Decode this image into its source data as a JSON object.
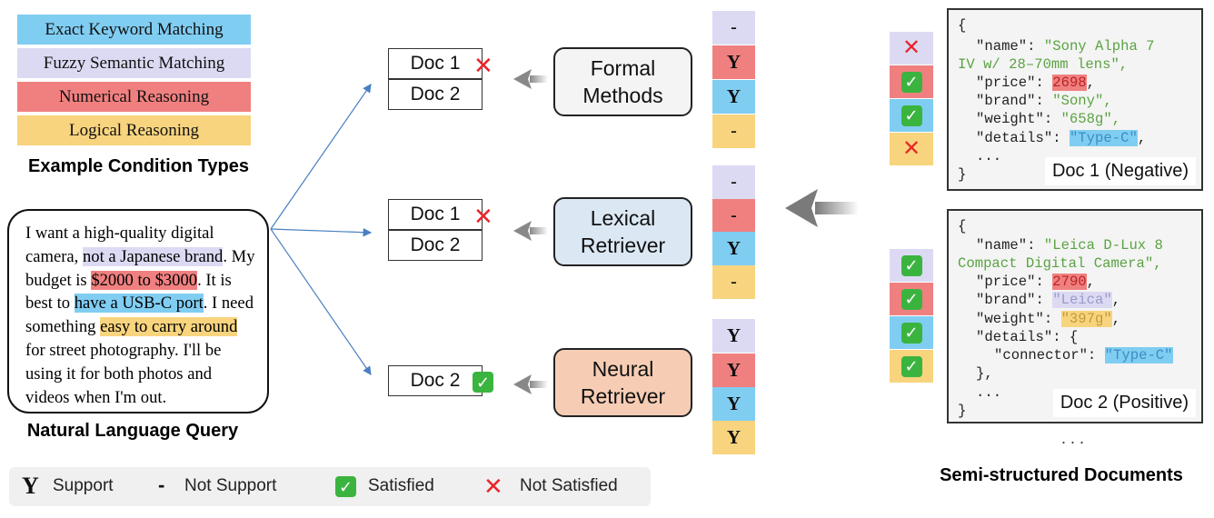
{
  "condition_types": {
    "title": "Example Condition Types",
    "items": [
      "Exact Keyword Matching",
      "Fuzzy Semantic Matching",
      "Numerical Reasoning",
      "Logical Reasoning"
    ]
  },
  "query": {
    "title": "Natural Language Query",
    "t1": "I want a high-quality digital camera,",
    "h1": "not a Japanese brand",
    "t2": ". My budget is",
    "h2": "$2000 to $3000",
    "t3": ". It is best to",
    "h3": "have a USB-C port",
    "t4": ". I need something",
    "h4": "easy to carry around",
    "t5": "for street photography. I'll be using it for both photos and videos when I'm out."
  },
  "methods": {
    "formal": "Formal Methods",
    "lexical": "Lexical Retriever",
    "neural": "Neural Retriever"
  },
  "results": {
    "formal": {
      "doc1": "Doc 1",
      "doc2": "Doc 2",
      "marks": [
        "-",
        "Y",
        "Y",
        "-"
      ]
    },
    "lexical": {
      "doc1": "Doc 1",
      "doc2": "Doc 2",
      "marks": [
        "-",
        "-",
        "Y",
        "-"
      ]
    },
    "neural": {
      "doc2": "Doc 2",
      "marks": [
        "Y",
        "Y",
        "Y",
        "Y"
      ]
    }
  },
  "documents": {
    "title": "Semi-structured Documents",
    "ellipsis": ". . .",
    "doc1": {
      "label": "Doc 1 (Negative)",
      "lines": [
        "{",
        "\"name\": ",
        "\"Sony Alpha 7",
        "IV w/ 28–70mm lens\",",
        "\"price\": ",
        "2698",
        "\"brand\": ",
        "\"Sony\",",
        "\"weight\": ",
        "\"658g\",",
        "\"details\": ",
        "\"Type-C\"",
        "...",
        "}"
      ]
    },
    "doc2": {
      "label": "Doc 2 (Positive)",
      "lines": [
        "{",
        "\"name\": ",
        "\"Leica D-Lux 8",
        "Compact Digital Camera\",",
        "\"price\": ",
        "2790",
        "\"brand\": ",
        "\"Leica\"",
        "\"weight\": ",
        "\"397g\"",
        "\"details\": {",
        "\"connector\": ",
        "\"Type-C\"",
        "},",
        "...",
        "}"
      ]
    }
  },
  "legend": {
    "y_symbol": "Y",
    "support": "Support",
    "dash_symbol": "-",
    "not_support": "Not Support",
    "satisfied": "Satisfied",
    "not_satisfied": "Not Satisfied"
  },
  "colors": {
    "purple": "#dcdaf3",
    "red": "#f08080",
    "blue": "#80cdf2",
    "yellow": "#f8d47e",
    "check_green": "#3bb43f",
    "cross_red": "#e8252a"
  }
}
